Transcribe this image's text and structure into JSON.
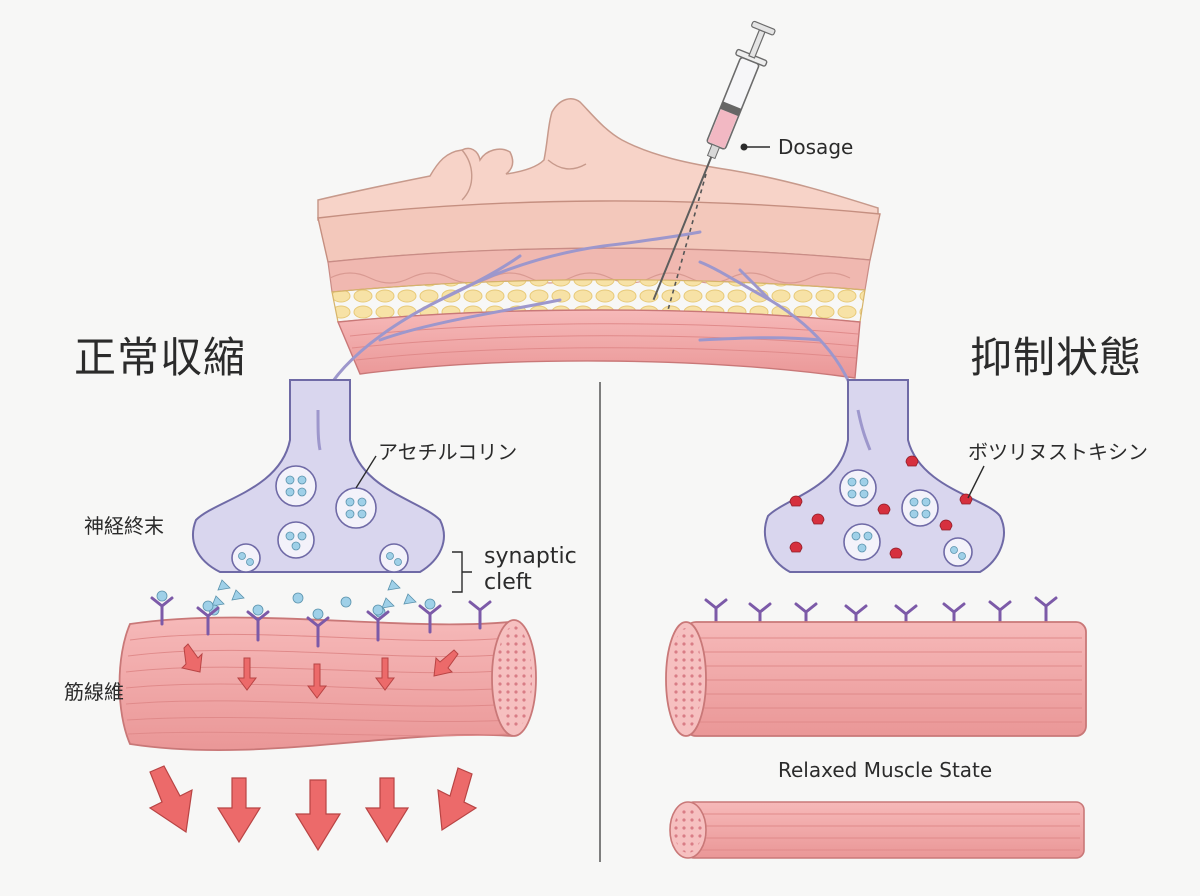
{
  "labels": {
    "normal_contraction": "正常収縮",
    "inhibited_state": "抑制状態",
    "dosage": "Dosage",
    "acetylcholine": "アセチルコリン",
    "botulinum_toxin": "ボツリヌストキシン",
    "nerve_terminal": "神経終末",
    "synaptic_cleft_line1": "synaptic",
    "synaptic_cleft_line2": "cleft",
    "muscle_fiber": "筋線維",
    "relaxed_muscle_state": "Relaxed Muscle State"
  },
  "colors": {
    "neuron_fill": "#d9d6ee",
    "neuron_stroke": "#6f6aa6",
    "receptor": "#8c6bb8",
    "muscle_fill": "#f1a7a7",
    "muscle_stripe": "#e08a8a",
    "arrow": "#ec6a6a",
    "toxin": "#d6303e",
    "vesicle": "#9fd0e8"
  }
}
